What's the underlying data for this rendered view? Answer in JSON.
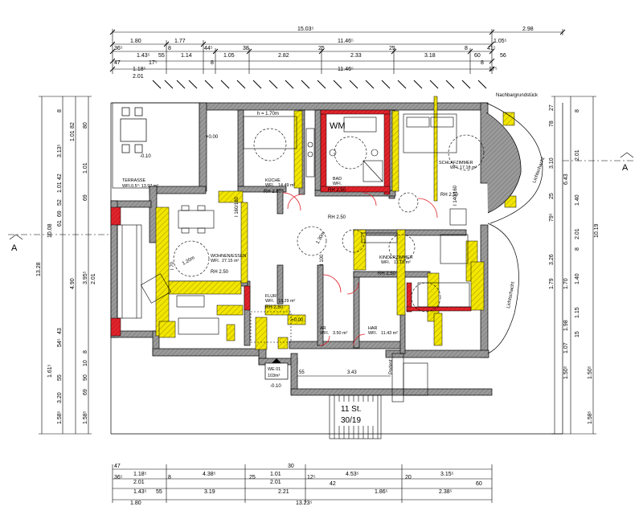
{
  "colors": {
    "wall": "#8a8a8a",
    "hatch": "#f2e600",
    "red": "#e2232b",
    "line": "#000000"
  },
  "dims": {
    "top_overall": "15.03⁵",
    "top_right_out": "2.98",
    "row1": [
      "1.80",
      "1.77",
      "11.46⁵",
      "1.05⁵"
    ],
    "row2": [
      "36⁵",
      "1.43⁵",
      "8",
      "55",
      "1.14",
      "44⁵",
      "1.05",
      "38",
      "2.82",
      "25",
      "2.33",
      "25",
      "3.18",
      "8",
      "60",
      "41⁵",
      "56"
    ],
    "row3": [
      "47",
      "1.18⁵",
      "17⁵",
      "8",
      "11.46⁵",
      "8",
      "17⁵"
    ],
    "row3b": [
      "2.01"
    ],
    "bot_row1": [
      "47",
      "1.18⁵",
      "4.38⁵",
      "1.01",
      "4.53⁵",
      "3.15⁵",
      "30"
    ],
    "bot_row2": [
      "36⁵",
      "2.01",
      "8",
      "2.01",
      "25",
      "2.21",
      "12⁵",
      "42",
      "20",
      "60"
    ],
    "bot_row3": [
      "1.43⁵",
      "55",
      "3.19",
      "1.86⁵",
      "2.38⁵",
      "1.80"
    ],
    "bot_overall": "13.23⁵",
    "left_outer": [
      "10.08",
      "13.28"
    ],
    "left_mid": [
      "8",
      "3.13⁵",
      "42",
      "1.01",
      "52",
      "69",
      "61",
      "43",
      "54⁵",
      "55",
      "1.61⁵",
      "3.20",
      "1.58⁵"
    ],
    "left_inner": [
      "1.01",
      "82",
      "80",
      "1.01",
      "69",
      "4.90",
      "3.95⁵",
      "2.01",
      "8",
      "10",
      "90",
      "69",
      "1.58⁵"
    ],
    "right_outer": [
      "6.43",
      "10.19"
    ],
    "right_mid": [
      "27",
      "78",
      "3.10",
      "25",
      "79⁵",
      "3.26",
      "1.79",
      "1.70",
      "1.98",
      "1.07",
      "1.50⁵",
      "1.58⁵"
    ],
    "right_inner": [
      "8",
      "2.01",
      "1.40",
      "2.01",
      "8",
      "1.40",
      "1.15",
      "15",
      "1.50⁵"
    ]
  },
  "rooms": {
    "terrasse": {
      "name": "TERRASSE",
      "area": "WFl.0.5°: 13.97 m²"
    },
    "kueche": {
      "name": "KÜCHE",
      "area": "WFl.",
      "size": "14.49 m²",
      "rh": "RH 2.50"
    },
    "bad": {
      "name": "BAD",
      "area": "WFl.",
      "size": "",
      "rh": "RH 2.50"
    },
    "schlafzimmer": {
      "name": "SCHLAFZIMMER",
      "area": "WFl.",
      "size": "17.18 m²",
      "rh": "RH 2.50"
    },
    "wohnen": {
      "name": "WOHNEN/ESSEN",
      "area": "WFl.",
      "size": "27.15 m²",
      "rh": "RH 2.50"
    },
    "flur": {
      "name": "FLUR",
      "area": "WFl.",
      "size": "15.29 m²",
      "rh": "RH 2.50"
    },
    "kinder": {
      "name": "KINDERZIMMER",
      "area": "WFl.",
      "size": "11.18 m²",
      "rh": "RH 2.50"
    },
    "ar": {
      "name": "AR",
      "area": "WFl.",
      "size": "3.50 m²"
    },
    "har": {
      "name": "HAR",
      "area": "WFl.",
      "size": "11.43 m²"
    }
  },
  "labels": {
    "section_a": "A",
    "nachbar": "Nachbargrundstück",
    "lichtschacht": "Lichtschacht",
    "h_label": "h = 1.70m",
    "wm": "WM",
    "rh_center": "RH 2.50",
    "podest": "Podest",
    "elev_plus": "+0.00",
    "elev_minus": "-0.10",
    "we_unit": "WE 01",
    "we_area": "103m²",
    "stairs_count": "11 St.",
    "stairs_ratio": "30/19",
    "stairs_len": "3.43",
    "stairs_side": "55",
    "door_160": "I 160/180",
    "door_140": "I 140/160",
    "door_100": "I 100",
    "door_70": "I 70",
    "circle_130": "1.30m",
    "circle_120": "1.20m"
  }
}
